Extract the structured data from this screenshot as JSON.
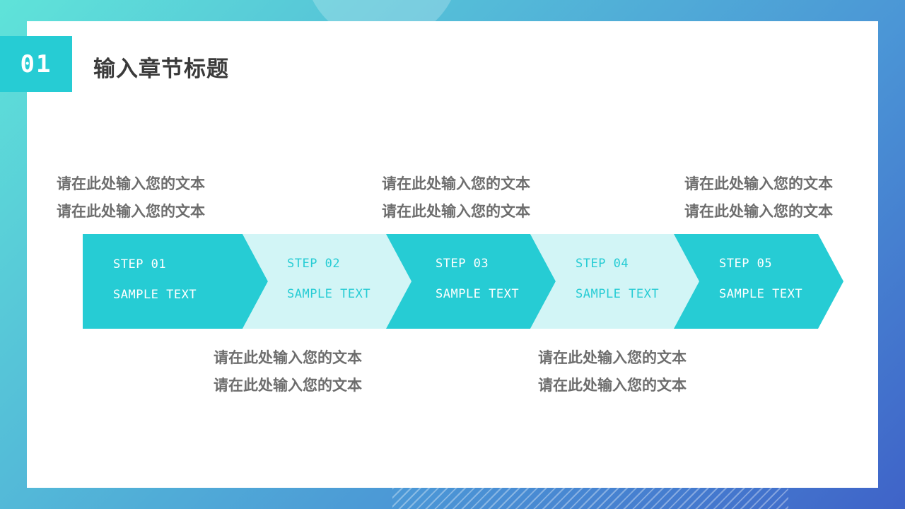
{
  "header": {
    "number": "01",
    "title": "输入章节标题"
  },
  "steps": [
    {
      "step": "STEP 01",
      "text": "SAMPLE TEXT"
    },
    {
      "step": "STEP 02",
      "text": "SAMPLE TEXT"
    },
    {
      "step": "STEP 03",
      "text": "SAMPLE TEXT"
    },
    {
      "step": "STEP 04",
      "text": "SAMPLE TEXT"
    },
    {
      "step": "STEP 05",
      "text": "SAMPLE TEXT"
    }
  ],
  "text_blocks": [
    {
      "line1": "请在此处输入您的文本",
      "line2": "请在此处输入您的文本"
    },
    {
      "line1": "请在此处输入您的文本",
      "line2": "请在此处输入您的文本"
    },
    {
      "line1": "请在此处输入您的文本",
      "line2": "请在此处输入您的文本"
    },
    {
      "line1": "请在此处输入您的文本",
      "line2": "请在此处输入您的文本"
    },
    {
      "line1": "请在此处输入您的文本",
      "line2": "请在此处输入您的文本"
    }
  ],
  "colors": {
    "accent": "#26ccd4",
    "accent_light": "#d2f5f6",
    "text_gray": "#6d6d6d",
    "title": "#3a3a3a"
  }
}
